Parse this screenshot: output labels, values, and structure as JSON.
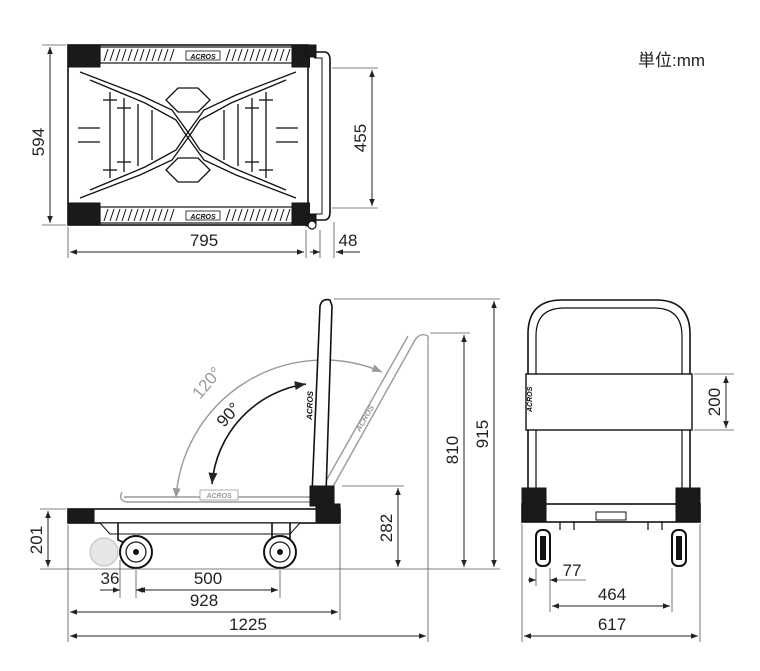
{
  "unit_label": "単位:mm",
  "top_view": {
    "width_label": "795",
    "handle_label": "48",
    "depth_label": "594",
    "inner_label": "455"
  },
  "side_view": {
    "angle_open_label": "120°",
    "angle_fold_label": "90°",
    "height_overall_label": "915",
    "handle_height_label": "810",
    "deck_height_label": "282",
    "platform_height_label": "201",
    "caster_offset_label": "36",
    "wheelbase_label": "500",
    "deck_length_label": "928",
    "overall_length_label": "1225"
  },
  "front_view": {
    "grip_label": "200",
    "wheel_width_label": "77",
    "inner_width_label": "464",
    "overall_width_label": "617"
  },
  "brand_mark": "ACROS"
}
